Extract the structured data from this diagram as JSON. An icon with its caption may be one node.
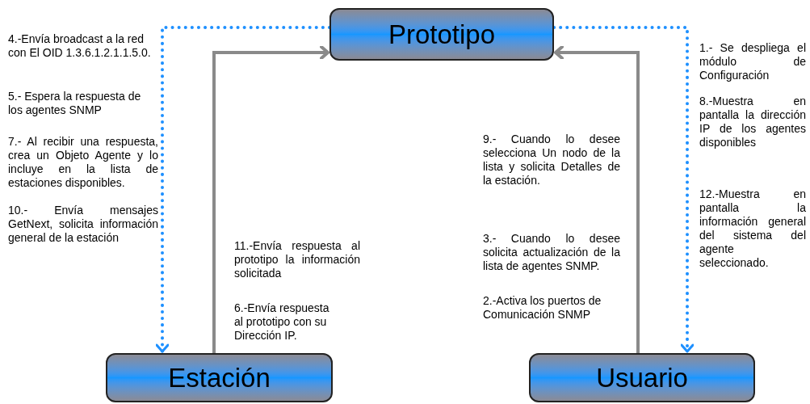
{
  "diagram": {
    "nodes": [
      {
        "text": [
          "Prototipo"
        ]
      },
      {
        "text": [
          "Estación"
        ]
      },
      {
        "text": [
          "Usuario"
        ]
      }
    ],
    "edges": [
      {
        "from": 0,
        "to": 1,
        "arrow": "to",
        "style": "dashed",
        "color": "#1e90ff"
      },
      {
        "from": 0,
        "to": 2,
        "arrow": "to",
        "style": "dashed",
        "color": "#1e90ff"
      },
      {
        "from": 1,
        "to": 0,
        "arrow": "to",
        "color": "#8a8a8a"
      },
      {
        "from": 2,
        "to": 0,
        "arrow": "to",
        "color": "#8a8a8a"
      }
    ],
    "labels": [
      "4.-Envía broadcast a la red con  El OID 1.3.6.1.2.1.1.5.0.",
      "5.- Espera la respuesta de los agentes SNMP",
      "7.- Al recibir una respuesta, crea un Objeto Agente y lo incluye en la lista de estaciones disponibles.",
      "10.- Envía mensajes GetNext, solicita información general de la estación",
      "1.- Se despliega el módulo de Configuración",
      "8.-Muestra en pantalla la dirección IP de los agentes disponibles",
      "12.-Muestra en pantalla la información general del sistema del agente seleccionado.",
      "9.- Cuando lo desee selecciona Un nodo de la lista y solicita Detalles de la estación.",
      "11.-Envía respuesta al prototipo la información solicitada",
      "6.-Envía respuesta al prototipo con su Dirección IP.",
      "3.- Cuando lo desee solicita actualización de la lista de agentes SNMP.",
      "2.-Activa los puertos de Comunicación SNMP"
    ]
  }
}
